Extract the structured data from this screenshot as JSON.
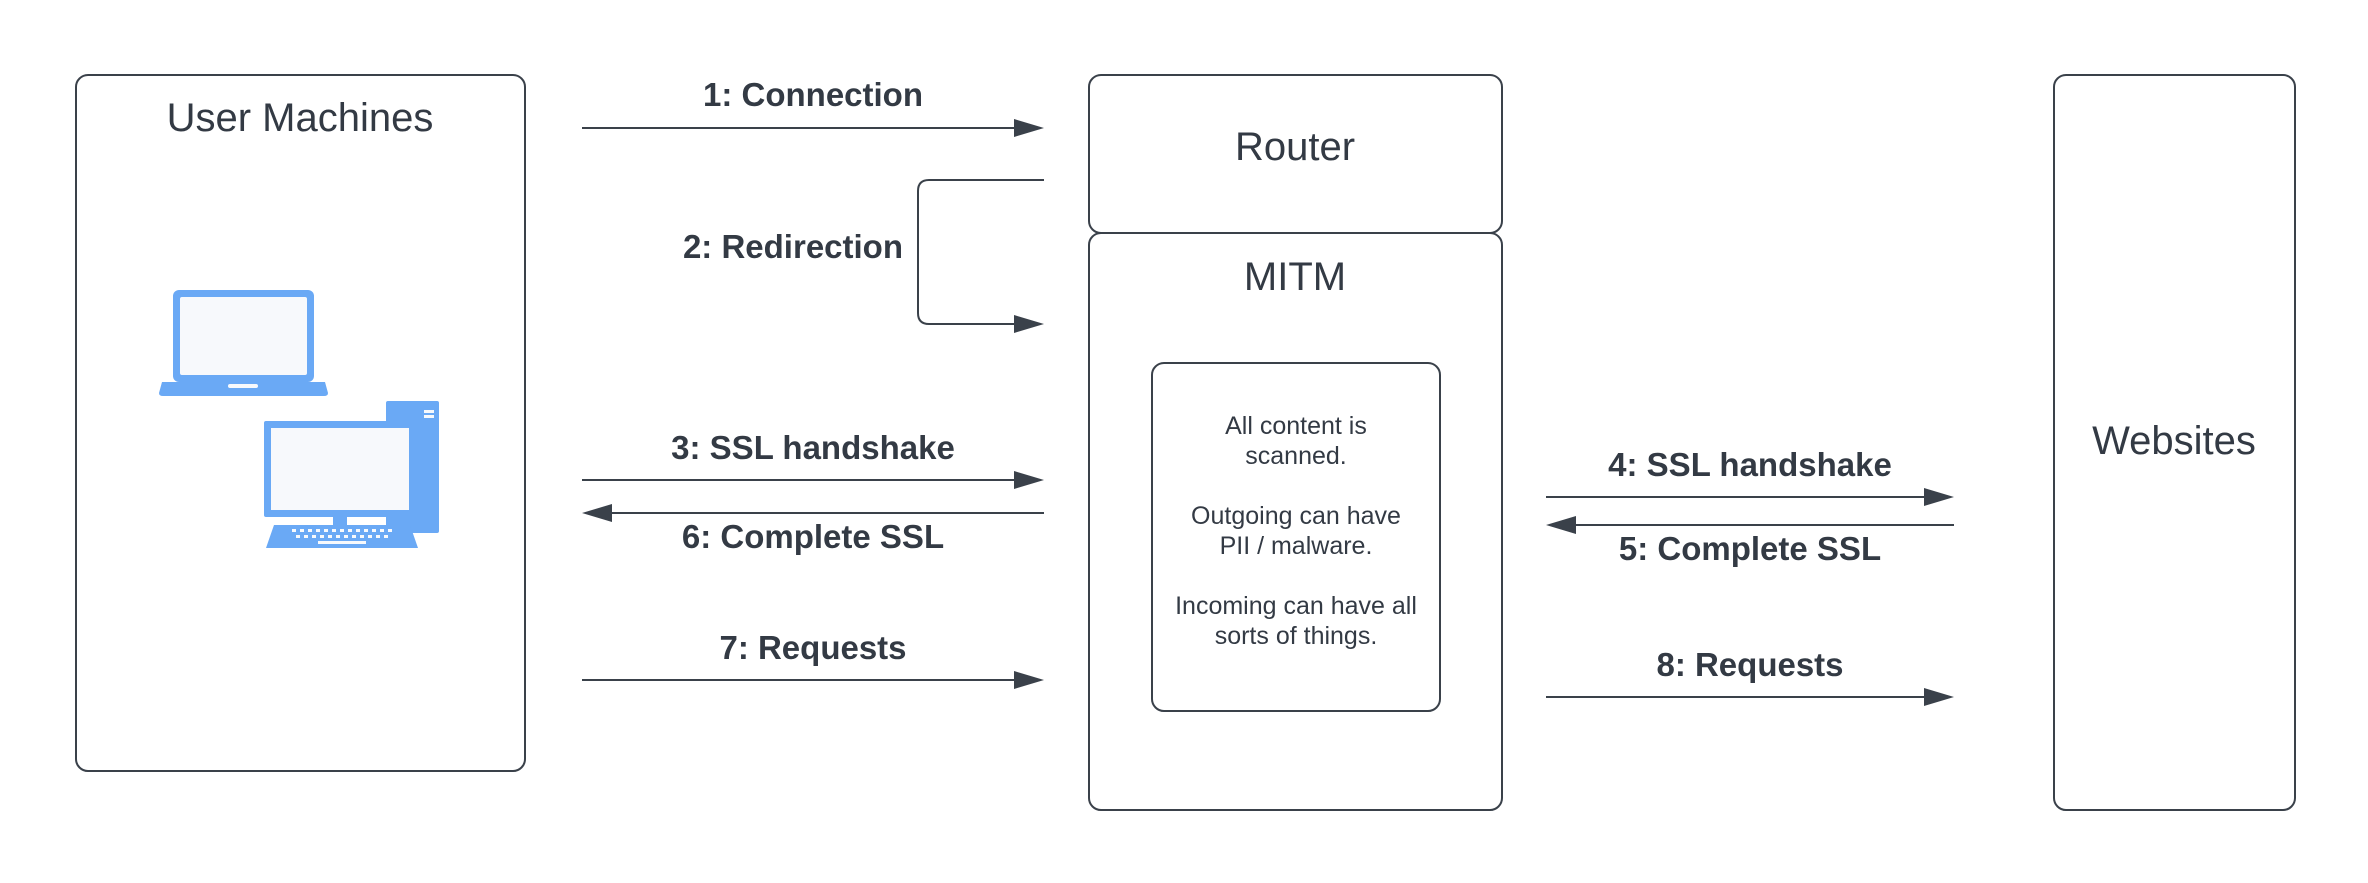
{
  "boxes": {
    "user_machines": "User Machines",
    "router": "Router",
    "mitm": "MITM",
    "websites": "Websites"
  },
  "mitm_note": {
    "line1": "All content is",
    "line2": "scanned.",
    "line3": "Outgoing can have",
    "line4": "PII / malware.",
    "line5": "Incoming can have all",
    "line6": "sorts of things."
  },
  "steps": {
    "s1": "1: Connection",
    "s2": "2: Redirection",
    "s3": "3: SSL handshake",
    "s4": "4: SSL handshake",
    "s5": "5: Complete SSL",
    "s6": "6: Complete SSL",
    "s7": "7: Requests",
    "s8": "8: Requests"
  },
  "colors": {
    "icon": "#6aa9f5",
    "stroke": "#3a414a",
    "text": "#333a44"
  },
  "icons": [
    "laptop-icon",
    "desktop-computer-icon"
  ]
}
